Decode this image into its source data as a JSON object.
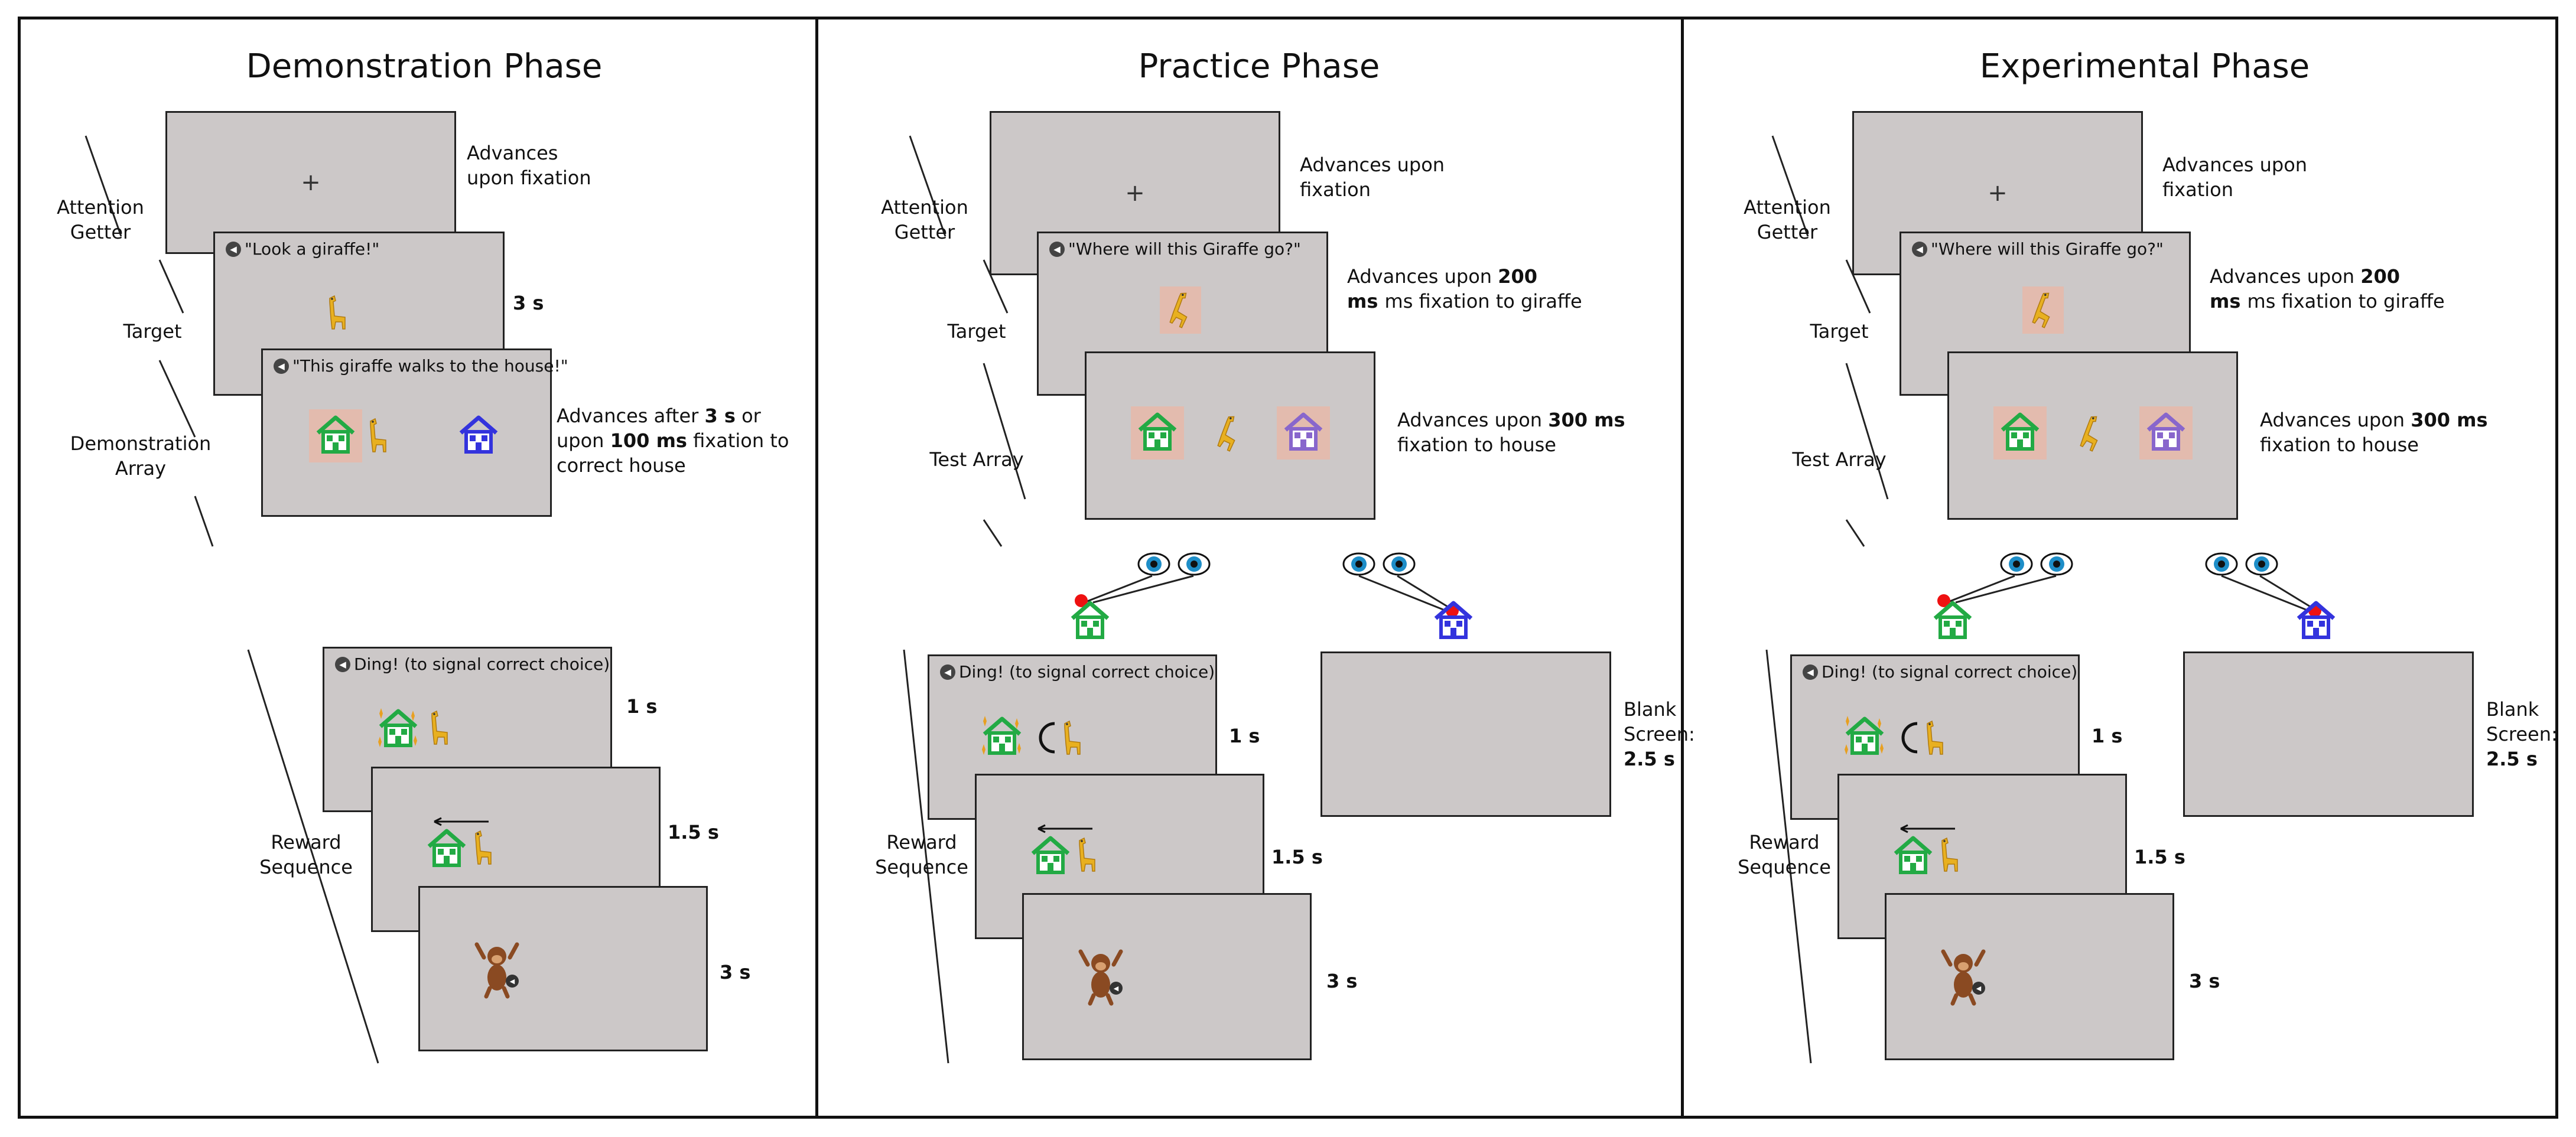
{
  "phases": [
    {
      "title": "Demonstration Phase",
      "labels": {
        "attention": "Attention\nGetter",
        "target": "Target",
        "array": "Demonstration\nArray",
        "reward": "Reward\nSequence"
      },
      "screens": {
        "fixation_note": "Advances\nupon fixation",
        "target_caption": "\"Look a giraffe!\"",
        "target_timing": "3 s",
        "array_caption": "\"This giraffe walks to the house!\"",
        "array_timing_pre": "Advances after ",
        "array_timing_b1": "3 s",
        "array_timing_mid": " or\nupon ",
        "array_timing_b2": "100 ms",
        "array_timing_post": " fixation to\ncorrect house",
        "ding_caption": "Ding! (to signal correct choice)",
        "t1": "1 s",
        "t2": "1.5 s",
        "t3": "3 s"
      }
    },
    {
      "title": "Practice Phase",
      "labels": {
        "attention": "Attention\nGetter",
        "target": "Target",
        "array": "Test Array",
        "reward": "Reward\nSequence"
      },
      "screens": {
        "fixation_note": "Advances upon\nfixation",
        "target_caption": "\"Where will this Giraffe go?\"",
        "target_pre": "Advances upon ",
        "target_b": "200",
        "target_post": "ms fixation to giraffe",
        "array_pre": "Advances upon ",
        "array_b": "300 ms",
        "array_post": "fixation to house",
        "ding_caption": "Ding! (to signal correct choice)",
        "t1": "1 s",
        "t2": "1.5 s",
        "t3": "3 s",
        "blank_a": "Blank\nScreen:",
        "blank_b": "2.5 s"
      }
    },
    {
      "title": "Experimental Phase",
      "labels": {
        "attention": "Attention\nGetter",
        "target": "Target",
        "array": "Test Array",
        "reward": "Reward\nSequence"
      },
      "screens": {
        "fixation_note": "Advances upon\nfixation",
        "target_caption": "\"Where will this Giraffe go?\"",
        "target_pre": "Advances upon ",
        "target_b": "200",
        "target_post": "ms fixation to giraffe",
        "array_pre": "Advances upon ",
        "array_b": "300 ms",
        "array_post": "fixation to house",
        "ding_caption": "Ding! (to signal correct choice)",
        "t1": "1 s",
        "t2": "1.5 s",
        "t3": "3 s",
        "blank_a": "Blank\nScreen:",
        "blank_b": "2.5 s"
      }
    }
  ],
  "icons": {
    "speaker": "speaker-icon",
    "giraffe": "giraffe-icon",
    "house": "house-icon",
    "eye": "eye-icon",
    "monkey": "monkey-icon",
    "gaze_dot": "gaze-dot-icon"
  },
  "colors": {
    "screen": "#ccc8c8",
    "highlight": "#e8b8a8",
    "green_house": "#22aa44",
    "blue_house": "#3333dd",
    "purple_house": "#8866cc",
    "giraffe": "#e8b020",
    "gaze_dot": "#ee1111",
    "eye": "#1e8ec8"
  }
}
